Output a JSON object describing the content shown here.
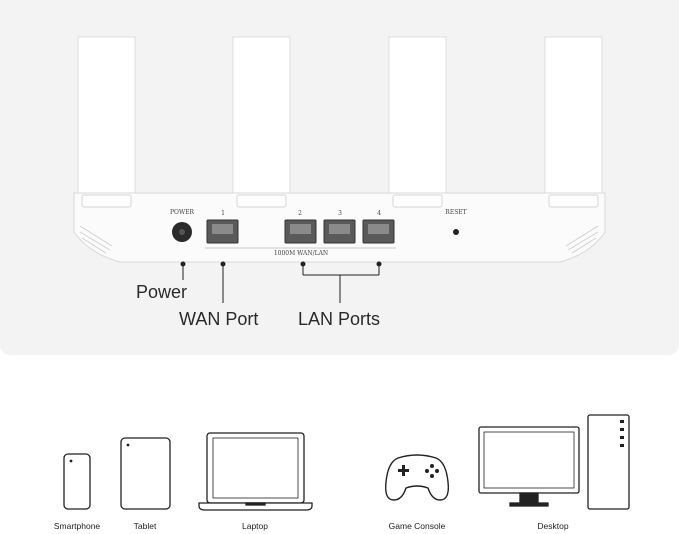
{
  "router": {
    "port_labels": {
      "power": "POWER",
      "wan_num": "1",
      "lan_nums": [
        "2",
        "3",
        "4"
      ],
      "group": "1000M WAN/LAN",
      "reset": "RESET"
    },
    "callouts": {
      "power": "Power",
      "wan": "WAN Port",
      "lan": "LAN Ports"
    }
  },
  "devices": [
    {
      "label": "Smartphone",
      "icon": "smartphone-icon"
    },
    {
      "label": "Tablet",
      "icon": "tablet-icon"
    },
    {
      "label": "Laptop",
      "icon": "laptop-icon"
    },
    {
      "label": "Game Console",
      "icon": "game-controller-icon"
    },
    {
      "label": "Desktop",
      "icon": "desktop-computer-icon"
    }
  ]
}
